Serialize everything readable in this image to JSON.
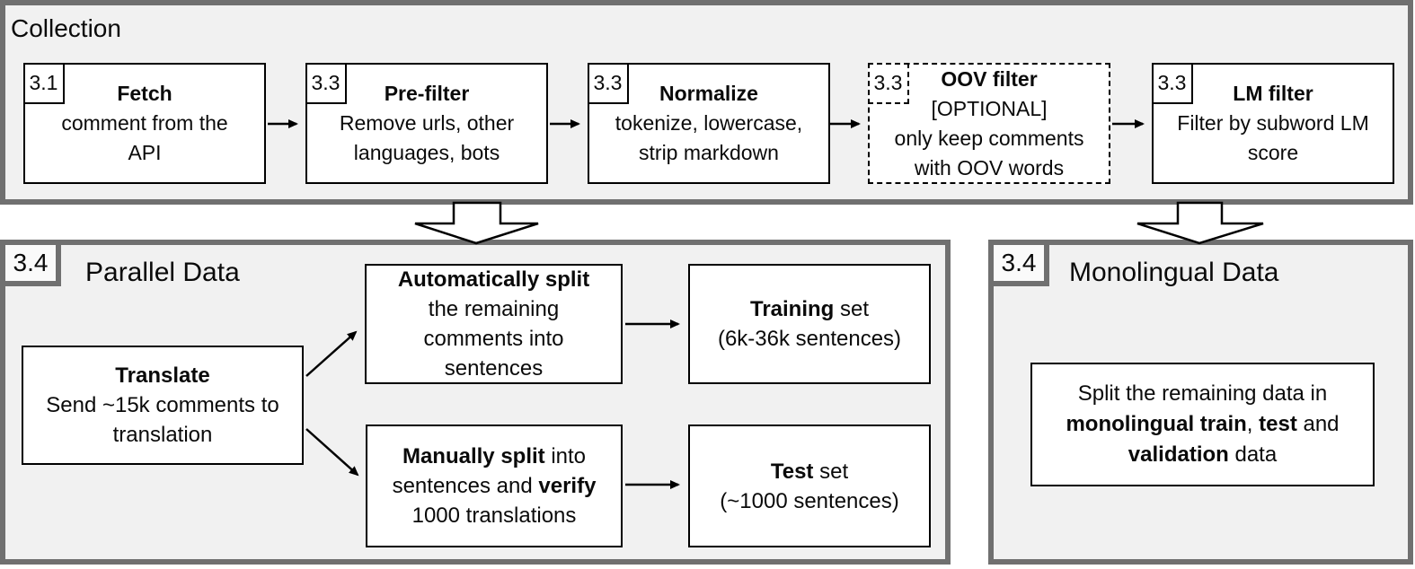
{
  "colors": {
    "panel_fill": "#f1f1f1",
    "panel_border": "#707070",
    "box_fill": "#ffffff",
    "box_border": "#000000",
    "text": "#0a0a0a",
    "tag_fill": "#fafafa",
    "block_arrow_fill": "#ffffff"
  },
  "collection": {
    "label": "Collection",
    "steps": [
      {
        "tag": "3.1",
        "dashed": false,
        "lines": [
          [
            {
              "t": "Fetch",
              "b": true
            }
          ],
          [
            {
              "t": "comment from the",
              "b": false
            }
          ],
          [
            {
              "t": "API",
              "b": false
            }
          ]
        ]
      },
      {
        "tag": "3.3",
        "dashed": false,
        "lines": [
          [
            {
              "t": "Pre-filter",
              "b": true
            }
          ],
          [
            {
              "t": "Remove urls, other",
              "b": false
            }
          ],
          [
            {
              "t": "languages, bots",
              "b": false
            }
          ]
        ]
      },
      {
        "tag": "3.3",
        "dashed": false,
        "lines": [
          [
            {
              "t": "Normalize",
              "b": true
            }
          ],
          [
            {
              "t": "tokenize, lowercase,",
              "b": false
            }
          ],
          [
            {
              "t": "strip markdown",
              "b": false
            }
          ]
        ]
      },
      {
        "tag": "3.3",
        "dashed": true,
        "lines": [
          [
            {
              "t": "OOV filter",
              "b": true
            }
          ],
          [
            {
              "t": "[OPTIONAL]",
              "b": false
            }
          ],
          [
            {
              "t": "only keep comments",
              "b": false
            }
          ],
          [
            {
              "t": "with OOV words",
              "b": false
            }
          ]
        ]
      },
      {
        "tag": "3.3",
        "dashed": false,
        "lines": [
          [
            {
              "t": "LM filter",
              "b": true
            }
          ],
          [
            {
              "t": "Filter by subword LM",
              "b": false
            }
          ],
          [
            {
              "t": "score",
              "b": false
            }
          ]
        ]
      }
    ]
  },
  "parallel": {
    "tag": "3.4",
    "label": "Parallel Data",
    "translate": {
      "lines": [
        [
          {
            "t": "Translate",
            "b": true
          }
        ],
        [
          {
            "t": "Send ~15k comments to",
            "b": false
          }
        ],
        [
          {
            "t": "translation",
            "b": false
          }
        ]
      ]
    },
    "auto_split": {
      "lines": [
        [
          {
            "t": "Automatically split",
            "b": true
          }
        ],
        [
          {
            "t": "the remaining",
            "b": false
          }
        ],
        [
          {
            "t": "comments into",
            "b": false
          }
        ],
        [
          {
            "t": "sentences",
            "b": false
          }
        ]
      ]
    },
    "training": {
      "lines": [
        [
          {
            "t": "Training",
            "b": true
          },
          {
            "t": " set",
            "b": false
          }
        ],
        [
          {
            "t": "(6k-36k sentences)",
            "b": false
          }
        ]
      ]
    },
    "manual_split": {
      "lines": [
        [
          {
            "t": "Manually split",
            "b": true
          },
          {
            "t": " into",
            "b": false
          }
        ],
        [
          {
            "t": "sentences and ",
            "b": false
          },
          {
            "t": "verify",
            "b": true
          }
        ],
        [
          {
            "t": "1000 translations",
            "b": false
          }
        ]
      ]
    },
    "test": {
      "lines": [
        [
          {
            "t": "Test",
            "b": true
          },
          {
            "t": " set",
            "b": false
          }
        ],
        [
          {
            "t": "(~1000 sentences)",
            "b": false
          }
        ]
      ]
    }
  },
  "monolingual": {
    "tag": "3.4",
    "label": "Monolingual Data",
    "split": {
      "lines": [
        [
          {
            "t": "Split the remaining data in",
            "b": false
          }
        ],
        [
          {
            "t": "monolingual train",
            "b": true
          },
          {
            "t": ", ",
            "b": false
          },
          {
            "t": "test",
            "b": true
          },
          {
            "t": " and",
            "b": false
          }
        ],
        [
          {
            "t": "validation",
            "b": true
          },
          {
            "t": " data",
            "b": false
          }
        ]
      ]
    }
  }
}
